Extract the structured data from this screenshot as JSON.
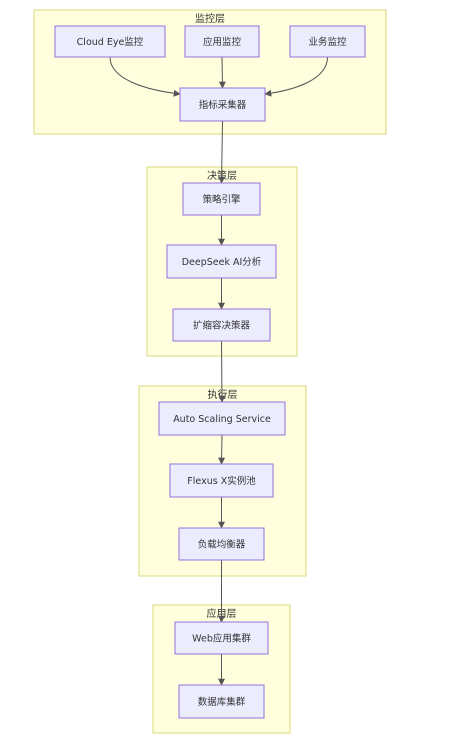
{
  "layers": [
    {
      "id": "monitor",
      "title": "监控层"
    },
    {
      "id": "decision",
      "title": "决策层"
    },
    {
      "id": "execution",
      "title": "执行层"
    },
    {
      "id": "application",
      "title": "应用层"
    }
  ],
  "nodes": [
    {
      "id": "cloud_eye",
      "label": "Cloud Eye监控",
      "layer": "monitor"
    },
    {
      "id": "app_monitor",
      "label": "应用监控",
      "layer": "monitor"
    },
    {
      "id": "biz_monitor",
      "label": "业务监控",
      "layer": "monitor"
    },
    {
      "id": "collector",
      "label": "指标采集器",
      "layer": "monitor"
    },
    {
      "id": "policy_engine",
      "label": "策略引擎",
      "layer": "decision"
    },
    {
      "id": "deepseek",
      "label": "DeepSeek AI分析",
      "layer": "decision"
    },
    {
      "id": "scaler",
      "label": "扩缩容决策器",
      "layer": "decision"
    },
    {
      "id": "auto_scaling",
      "label": "Auto Scaling Service",
      "layer": "execution"
    },
    {
      "id": "flexus",
      "label": "Flexus X实例池",
      "layer": "execution"
    },
    {
      "id": "lb",
      "label": "负载均衡器",
      "layer": "execution"
    },
    {
      "id": "web_cluster",
      "label": "Web应用集群",
      "layer": "application"
    },
    {
      "id": "db_cluster",
      "label": "数据库集群",
      "layer": "application"
    }
  ],
  "edges": [
    {
      "from": "cloud_eye",
      "to": "collector"
    },
    {
      "from": "app_monitor",
      "to": "collector"
    },
    {
      "from": "biz_monitor",
      "to": "collector"
    },
    {
      "from": "collector",
      "to": "policy_engine"
    },
    {
      "from": "policy_engine",
      "to": "deepseek"
    },
    {
      "from": "deepseek",
      "to": "scaler"
    },
    {
      "from": "scaler",
      "to": "auto_scaling"
    },
    {
      "from": "auto_scaling",
      "to": "flexus"
    },
    {
      "from": "flexus",
      "to": "lb"
    },
    {
      "from": "lb",
      "to": "web_cluster"
    },
    {
      "from": "web_cluster",
      "to": "db_cluster"
    }
  ],
  "colors": {
    "cluster_fill": "#ffffde",
    "cluster_stroke": "#d9d97a",
    "node_fill": "#ececff",
    "node_stroke": "#9370db",
    "edge": "#555555",
    "text": "#333333"
  }
}
